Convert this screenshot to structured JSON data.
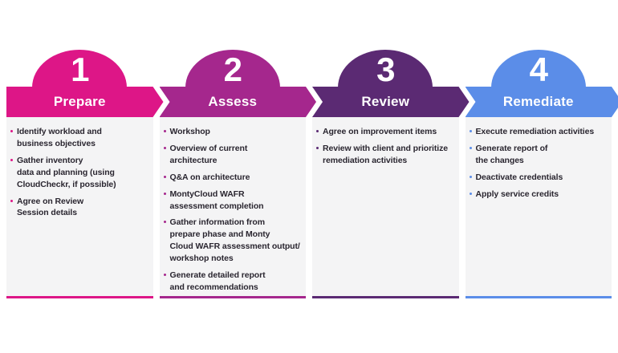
{
  "diagram": {
    "background_color": "#ffffff",
    "panel_background_color": "#f4f4f5",
    "text_color": "#2a2630",
    "steps": [
      {
        "number": "1",
        "title": "Prepare",
        "color": "#dd1687",
        "items": [
          "Identify workload and\nbusiness objectives",
          "Gather inventory\ndata and planning (using\nCloudCheckr, if possible)",
          "Agree on Review\nSession details"
        ]
      },
      {
        "number": "2",
        "title": "Assess",
        "color": "#a5278d",
        "items": [
          "Workshop",
          "Overview of current\narchitecture",
          "Q&A on architecture",
          "MontyCloud WAFR\nassessment completion",
          "Gather information from\nprepare phase and Monty\nCloud WAFR assessment output/\nworkshop notes",
          "Generate detailed report\nand recommendations"
        ]
      },
      {
        "number": "3",
        "title": "Review",
        "color": "#5b2a73",
        "items": [
          "Agree on improvement items",
          "Review with client and prioritize\nremediation activities"
        ]
      },
      {
        "number": "4",
        "title": "Remediate",
        "color": "#5b8de8",
        "items": [
          "Execute remediation activities",
          "Generate report of\nthe changes",
          "Deactivate credentials",
          "Apply service credits"
        ]
      }
    ]
  }
}
